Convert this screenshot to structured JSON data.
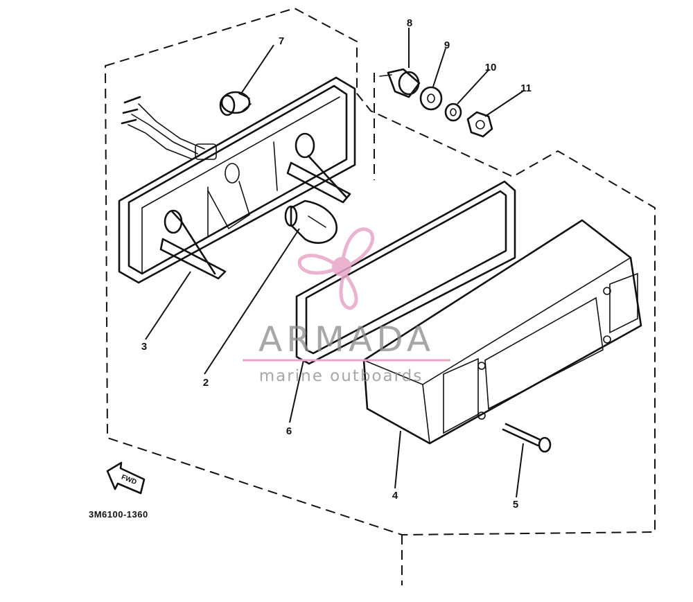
{
  "diagram": {
    "code": "3M6100-1360",
    "direction_label": "FWD",
    "callouts": [
      {
        "id": "2",
        "text": "2"
      },
      {
        "id": "3",
        "text": "3"
      },
      {
        "id": "4",
        "text": "4"
      },
      {
        "id": "5",
        "text": "5"
      },
      {
        "id": "6",
        "text": "6"
      },
      {
        "id": "7",
        "text": "7"
      },
      {
        "id": "8",
        "text": "8"
      },
      {
        "id": "9",
        "text": "9"
      },
      {
        "id": "10",
        "text": "10"
      },
      {
        "id": "11",
        "text": "11"
      }
    ]
  },
  "watermark": {
    "brand": "ARMADA",
    "tagline": "marine outboards",
    "color": "#8a8a8a",
    "logo_color": "#e8a6c8"
  }
}
